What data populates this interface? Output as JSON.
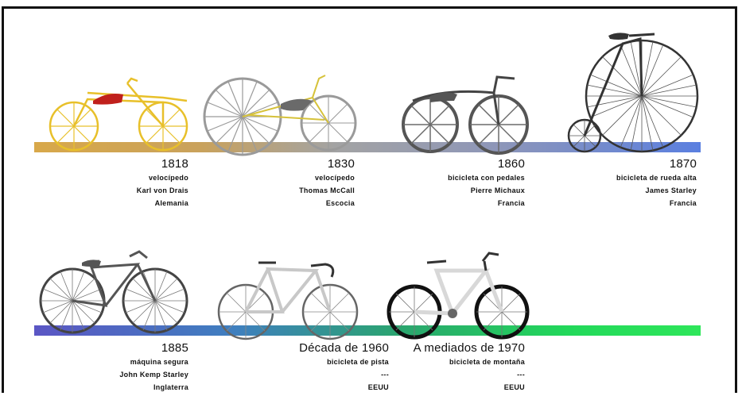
{
  "row1": [
    {
      "year": "1818",
      "name": "velocípedo",
      "person": "Karl von Drais",
      "place": "Alemania"
    },
    {
      "year": "1830",
      "name": "velocípedo",
      "person": "Thomas McCall",
      "place": "Escocia"
    },
    {
      "year": "1860",
      "name": "bicicleta con pedales",
      "person": "Pierre Michaux",
      "place": "Francia"
    },
    {
      "year": "1870",
      "name": "bicicleta de rueda alta",
      "person": "James Starley",
      "place": "Francia"
    }
  ],
  "row2": [
    {
      "year": "1885",
      "name": "máquina segura",
      "person": "John Kemp Starley",
      "place": "Inglaterra"
    },
    {
      "year": "Década de 1960",
      "name": "bicicleta de pista",
      "person": "---",
      "place": "EEUU"
    },
    {
      "year": "A mediados de 1970",
      "name": "bicicleta de montaña",
      "person": "---",
      "place": "EEUU"
    }
  ],
  "colors": {
    "frame_border": "#111111",
    "timeline1_start": "#d8a84a",
    "timeline1_end": "#5a7fe0",
    "timeline2_start": "#5b56c4",
    "timeline2_end": "#2ee65a"
  }
}
